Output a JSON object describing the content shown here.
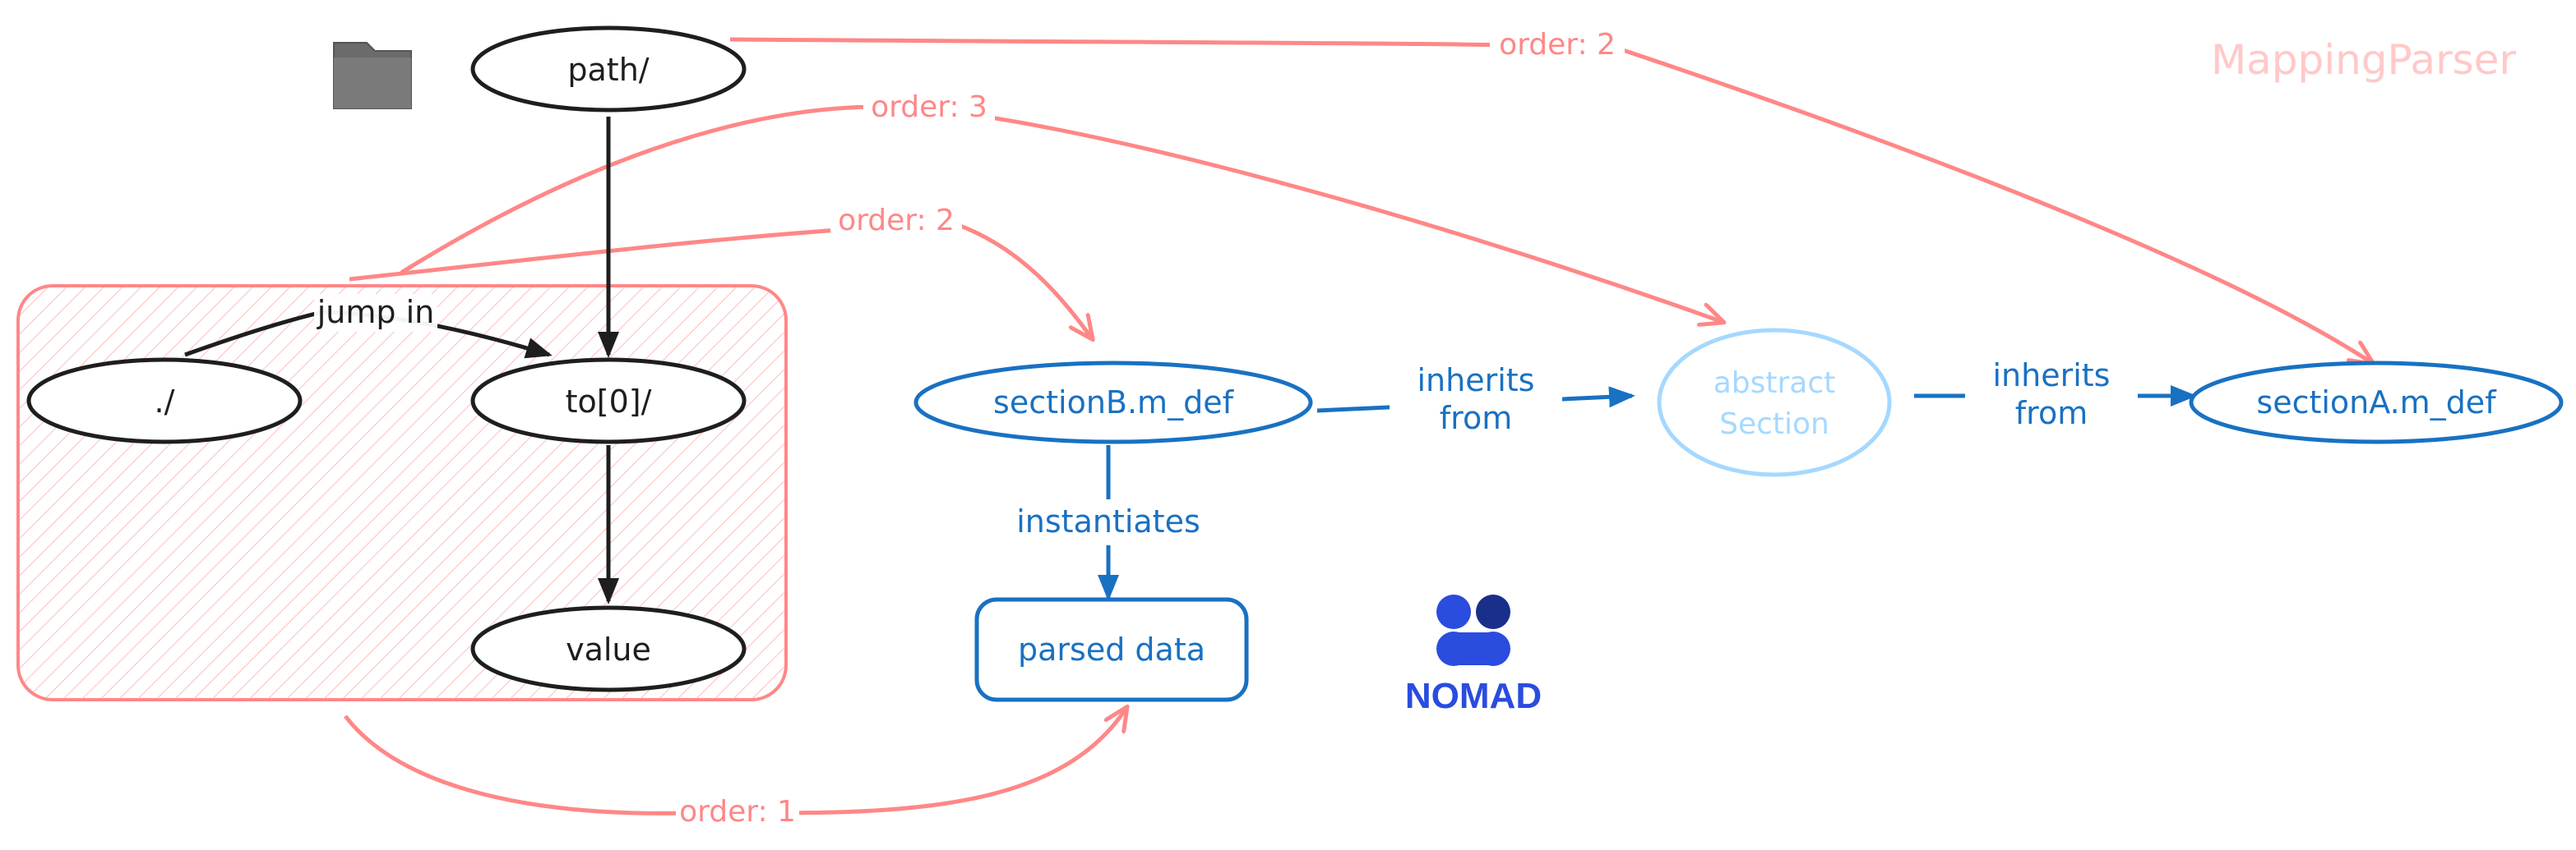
{
  "title": "MappingParser",
  "nodes": {
    "path": "path/",
    "dot": "./",
    "to0": "to[0]/",
    "value": "value",
    "sectionB": "sectionB.m_def",
    "abstract_line1": "abstract",
    "abstract_line2": "Section",
    "sectionA": "sectionA.m_def",
    "parsed": "parsed data"
  },
  "edges": {
    "jump_in": "jump in",
    "order_top": "order: 2",
    "order_3": "order: 3",
    "order_mid": "order: 2",
    "order_1": "order: 1",
    "inherits1_line1": "inherits",
    "inherits1_line2": "from",
    "inherits2_line1": "inherits",
    "inherits2_line2": "from",
    "instantiates": "instantiates"
  },
  "logo": {
    "text": "NOMAD"
  },
  "icons": [
    "folder-icon",
    "nomad-logo"
  ],
  "colors": {
    "black": "#1e1e1e",
    "blue": "#1971c2",
    "light_blue": "#a5d8ff",
    "red": "#ff8787",
    "light_red": "#ffc9c9",
    "nomad_blue": "#2a4cdf"
  }
}
